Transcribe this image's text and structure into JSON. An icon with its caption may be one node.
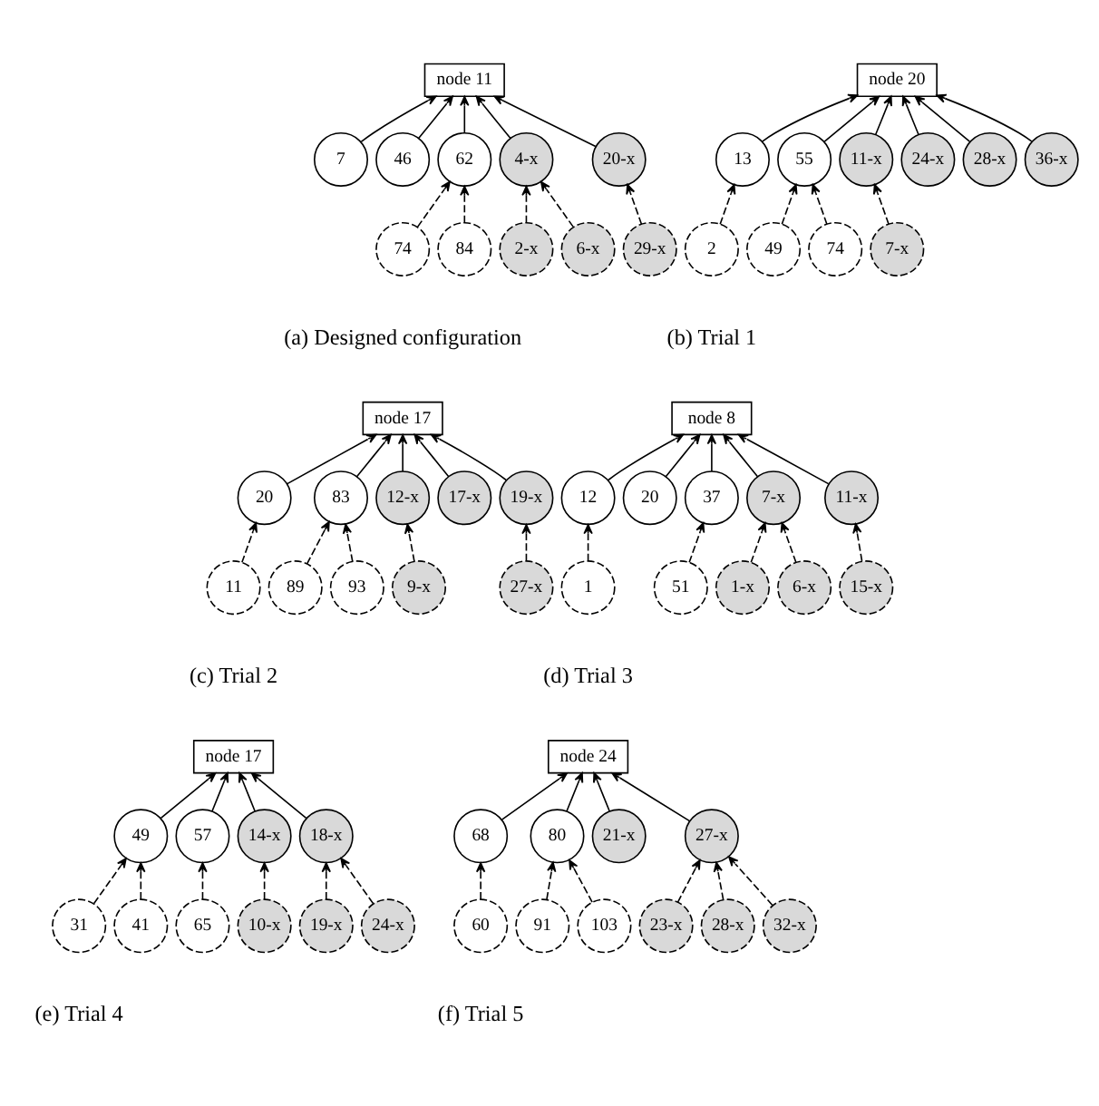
{
  "diagram": {
    "nodes": [
      {
        "text": [
          "node 11"
        ]
      },
      {
        "text": [
          "7"
        ]
      },
      {
        "text": [
          "46"
        ]
      },
      {
        "text": [
          "62"
        ]
      },
      {
        "text": [
          "4-x"
        ]
      },
      {
        "text": [
          "20-x"
        ]
      },
      {
        "text": [
          "74"
        ]
      },
      {
        "text": [
          "84"
        ]
      },
      {
        "text": [
          "2-x"
        ]
      },
      {
        "text": [
          "6-x"
        ]
      },
      {
        "text": [
          "29-x"
        ]
      },
      {
        "text": [
          "node 20"
        ]
      },
      {
        "text": [
          "13"
        ]
      },
      {
        "text": [
          "55"
        ]
      },
      {
        "text": [
          "11-x"
        ]
      },
      {
        "text": [
          "24-x"
        ]
      },
      {
        "text": [
          "28-x"
        ]
      },
      {
        "text": [
          "36-x"
        ]
      },
      {
        "text": [
          "2"
        ]
      },
      {
        "text": [
          "49"
        ]
      },
      {
        "text": [
          "74"
        ]
      },
      {
        "text": [
          "7-x"
        ]
      },
      {
        "text": [
          "node 17"
        ]
      },
      {
        "text": [
          "20"
        ]
      },
      {
        "text": [
          "83"
        ]
      },
      {
        "text": [
          "12-x"
        ]
      },
      {
        "text": [
          "17-x"
        ]
      },
      {
        "text": [
          "19-x"
        ]
      },
      {
        "text": [
          "11"
        ]
      },
      {
        "text": [
          "89"
        ]
      },
      {
        "text": [
          "93"
        ]
      },
      {
        "text": [
          "9-x"
        ]
      },
      {
        "text": [
          "27-x"
        ]
      },
      {
        "text": [
          "node 8"
        ]
      },
      {
        "text": [
          "12"
        ]
      },
      {
        "text": [
          "20"
        ]
      },
      {
        "text": [
          "37"
        ]
      },
      {
        "text": [
          "7-x"
        ]
      },
      {
        "text": [
          "11-x"
        ]
      },
      {
        "text": [
          "1"
        ]
      },
      {
        "text": [
          "51"
        ]
      },
      {
        "text": [
          "1-x"
        ]
      },
      {
        "text": [
          "6-x"
        ]
      },
      {
        "text": [
          "15-x"
        ]
      },
      {
        "text": [
          "node 17"
        ]
      },
      {
        "text": [
          "49"
        ]
      },
      {
        "text": [
          "57"
        ]
      },
      {
        "text": [
          "14-x"
        ]
      },
      {
        "text": [
          "18-x"
        ]
      },
      {
        "text": [
          "31"
        ]
      },
      {
        "text": [
          "41"
        ]
      },
      {
        "text": [
          "65"
        ]
      },
      {
        "text": [
          "10-x"
        ]
      },
      {
        "text": [
          "19-x"
        ]
      },
      {
        "text": [
          "24-x"
        ]
      },
      {
        "text": [
          "node 24"
        ]
      },
      {
        "text": [
          "68"
        ]
      },
      {
        "text": [
          "80"
        ]
      },
      {
        "text": [
          "21-x"
        ]
      },
      {
        "text": [
          "27-x"
        ]
      },
      {
        "text": [
          "60"
        ]
      },
      {
        "text": [
          "91"
        ]
      },
      {
        "text": [
          "103"
        ]
      },
      {
        "text": [
          "23-x"
        ]
      },
      {
        "text": [
          "28-x"
        ]
      },
      {
        "text": [
          "32-x"
        ]
      }
    ],
    "edges": [
      {
        "from": 1,
        "to": 0,
        "arrow": "to"
      },
      {
        "from": 2,
        "to": 0,
        "arrow": "to"
      },
      {
        "from": 3,
        "to": 0,
        "arrow": "to"
      },
      {
        "from": 4,
        "to": 0,
        "arrow": "to"
      },
      {
        "from": 5,
        "to": 0,
        "arrow": "to"
      },
      {
        "from": 6,
        "to": 3,
        "arrow": "to",
        "style": "dashed"
      },
      {
        "from": 7,
        "to": 3,
        "arrow": "to",
        "style": "dashed"
      },
      {
        "from": 8,
        "to": 4,
        "arrow": "to",
        "style": "dashed"
      },
      {
        "from": 9,
        "to": 4,
        "arrow": "to",
        "style": "dashed"
      },
      {
        "from": 10,
        "to": 5,
        "arrow": "to",
        "style": "dashed"
      },
      {
        "from": 12,
        "to": 11,
        "arrow": "to"
      },
      {
        "from": 13,
        "to": 11,
        "arrow": "to"
      },
      {
        "from": 14,
        "to": 11,
        "arrow": "to"
      },
      {
        "from": 15,
        "to": 11,
        "arrow": "to"
      },
      {
        "from": 16,
        "to": 11,
        "arrow": "to"
      },
      {
        "from": 17,
        "to": 11,
        "arrow": "to"
      },
      {
        "from": 18,
        "to": 12,
        "arrow": "to",
        "style": "dashed"
      },
      {
        "from": 19,
        "to": 13,
        "arrow": "to",
        "style": "dashed"
      },
      {
        "from": 20,
        "to": 13,
        "arrow": "to",
        "style": "dashed"
      },
      {
        "from": 21,
        "to": 14,
        "arrow": "to",
        "style": "dashed"
      },
      {
        "from": 23,
        "to": 22,
        "arrow": "to"
      },
      {
        "from": 24,
        "to": 22,
        "arrow": "to"
      },
      {
        "from": 25,
        "to": 22,
        "arrow": "to"
      },
      {
        "from": 26,
        "to": 22,
        "arrow": "to"
      },
      {
        "from": 27,
        "to": 22,
        "arrow": "to"
      },
      {
        "from": 28,
        "to": 23,
        "arrow": "to",
        "style": "dashed"
      },
      {
        "from": 29,
        "to": 24,
        "arrow": "to",
        "style": "dashed"
      },
      {
        "from": 30,
        "to": 24,
        "arrow": "to",
        "style": "dashed"
      },
      {
        "from": 31,
        "to": 25,
        "arrow": "to",
        "style": "dashed"
      },
      {
        "from": 32,
        "to": 27,
        "arrow": "to",
        "style": "dashed"
      },
      {
        "from": 34,
        "to": 33,
        "arrow": "to"
      },
      {
        "from": 35,
        "to": 33,
        "arrow": "to"
      },
      {
        "from": 36,
        "to": 33,
        "arrow": "to"
      },
      {
        "from": 37,
        "to": 33,
        "arrow": "to"
      },
      {
        "from": 38,
        "to": 33,
        "arrow": "to"
      },
      {
        "from": 39,
        "to": 34,
        "arrow": "to",
        "style": "dashed"
      },
      {
        "from": 40,
        "to": 36,
        "arrow": "to",
        "style": "dashed"
      },
      {
        "from": 41,
        "to": 37,
        "arrow": "to",
        "style": "dashed"
      },
      {
        "from": 42,
        "to": 37,
        "arrow": "to",
        "style": "dashed"
      },
      {
        "from": 43,
        "to": 38,
        "arrow": "to",
        "style": "dashed"
      },
      {
        "from": 45,
        "to": 44,
        "arrow": "to"
      },
      {
        "from": 46,
        "to": 44,
        "arrow": "to"
      },
      {
        "from": 47,
        "to": 44,
        "arrow": "to"
      },
      {
        "from": 48,
        "to": 44,
        "arrow": "to"
      },
      {
        "from": 49,
        "to": 45,
        "arrow": "to",
        "style": "dashed"
      },
      {
        "from": 50,
        "to": 45,
        "arrow": "to",
        "style": "dashed"
      },
      {
        "from": 51,
        "to": 46,
        "arrow": "to",
        "style": "dashed"
      },
      {
        "from": 52,
        "to": 47,
        "arrow": "to",
        "style": "dashed"
      },
      {
        "from": 53,
        "to": 48,
        "arrow": "to",
        "style": "dashed"
      },
      {
        "from": 54,
        "to": 48,
        "arrow": "to",
        "style": "dashed"
      },
      {
        "from": 56,
        "to": 55,
        "arrow": "to"
      },
      {
        "from": 57,
        "to": 55,
        "arrow": "to"
      },
      {
        "from": 58,
        "to": 55,
        "arrow": "to"
      },
      {
        "from": 59,
        "to": 55,
        "arrow": "to"
      },
      {
        "from": 60,
        "to": 56,
        "arrow": "to",
        "style": "dashed"
      },
      {
        "from": 61,
        "to": 57,
        "arrow": "to",
        "style": "dashed"
      },
      {
        "from": 62,
        "to": 57,
        "arrow": "to",
        "style": "dashed"
      },
      {
        "from": 63,
        "to": 59,
        "arrow": "to",
        "style": "dashed"
      },
      {
        "from": 64,
        "to": 59,
        "arrow": "to",
        "style": "dashed"
      },
      {
        "from": 65,
        "to": 59,
        "arrow": "to",
        "style": "dashed"
      }
    ],
    "labels": [
      "(a) Designed configuration",
      "(b) Trial 1",
      "(c) Trial 2",
      "(d) Trial 3",
      "(e) Trial 4",
      "(f) Trial 5"
    ]
  }
}
